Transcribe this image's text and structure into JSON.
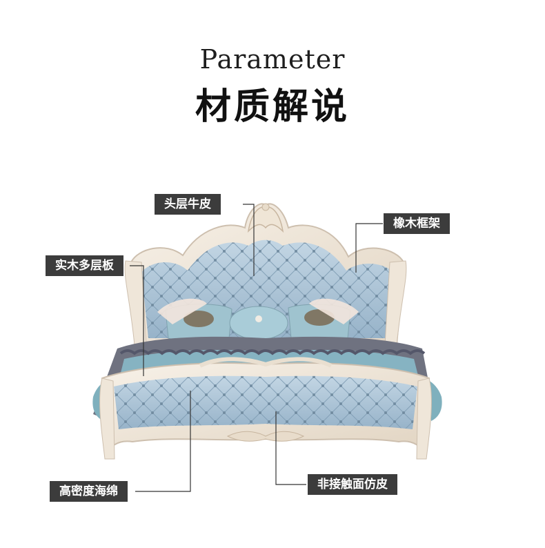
{
  "header": {
    "title_en": "Parameter",
    "title_zh": "材质解说"
  },
  "callouts": {
    "leather": "头层牛皮",
    "oak_frame": "橡木框架",
    "multilayer_board": "实木多层板",
    "foam": "高密度海绵",
    "faux_leather": "非接触面仿皮"
  },
  "colors": {
    "label_bg": "#3c3c3c",
    "leather_blue": "#a9c2d6",
    "frame_ivory": "#f1e8dc",
    "bedding_blue": "#7faab8",
    "bedding_gray": "#6f7280"
  }
}
